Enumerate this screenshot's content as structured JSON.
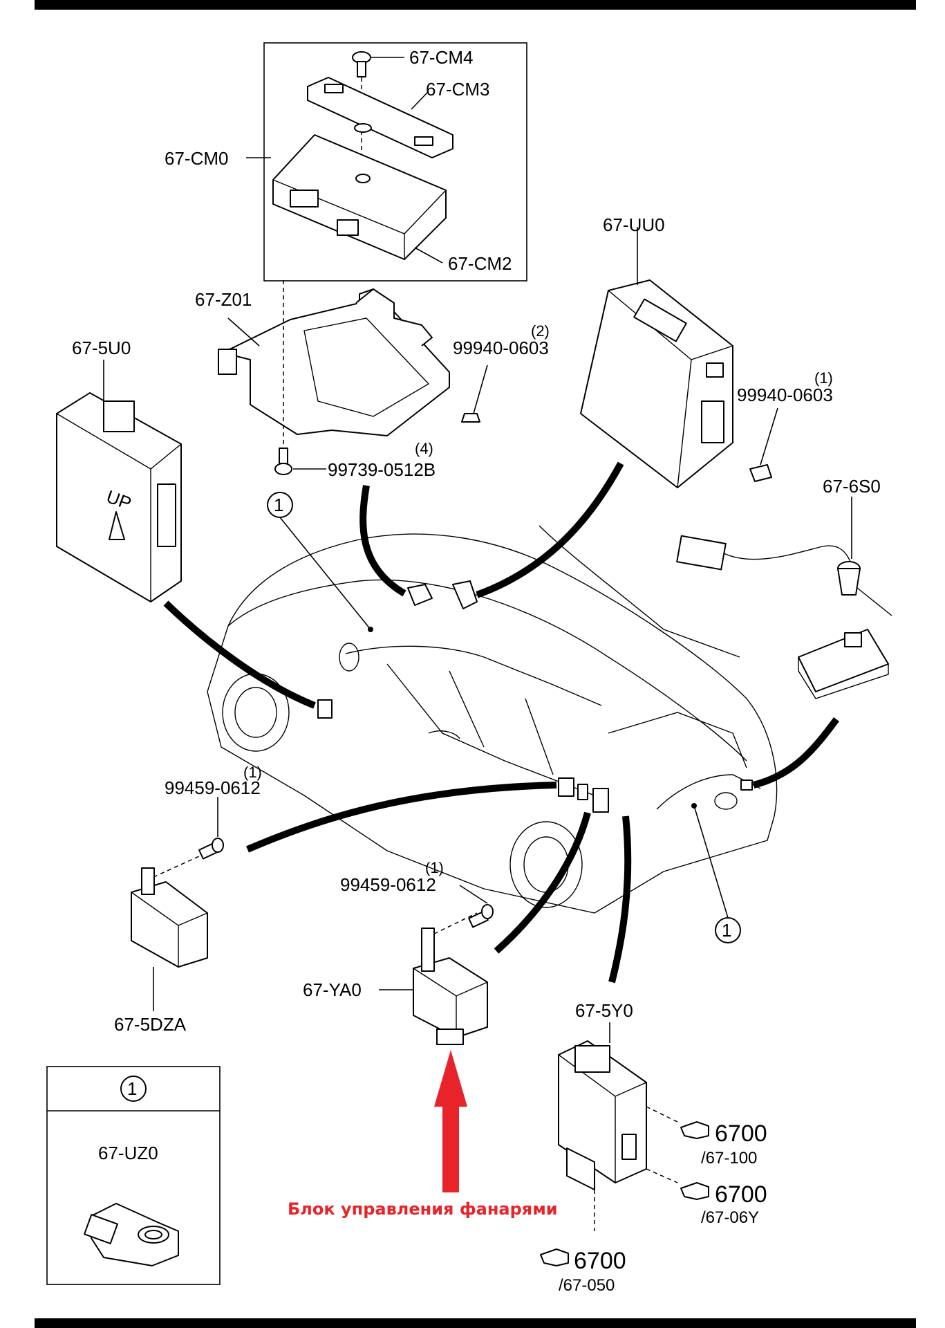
{
  "labels": {
    "cm4": "67-CM4",
    "cm3": "67-CM3",
    "cm0": "67-CM0",
    "cm2": "67-CM2",
    "uu0": "67-UU0",
    "z01": "67-Z01",
    "u5": "67-5U0",
    "bolt_0603_a": "99940-0603",
    "bolt_0603_a_qty": "(2)",
    "bolt_0603_b": "99940-0603",
    "bolt_0603_b_qty": "(1)",
    "screw_0512b": "99739-0512B",
    "screw_0512b_qty": "(4)",
    "s60": "67-6S0",
    "bolt_0612_a": "99459-0612",
    "bolt_0612_a_qty": "(1)",
    "bolt_0612_b": "99459-0612",
    "bolt_0612_b_qty": "(1)",
    "dza": "67-5DZA",
    "ya0": "67-YA0",
    "y50": "67-5Y0",
    "callout_1": "1",
    "inset_callout": "1",
    "inset_part": "67-UZ0"
  },
  "references": [
    {
      "main": "6700",
      "sub": "/67-100"
    },
    {
      "main": "6700",
      "sub": "/67-06Y"
    },
    {
      "main": "6700",
      "sub": "/67-050"
    }
  ],
  "annotation": {
    "text": "Блок управления фанарями",
    "color": "#e8232a"
  },
  "colors": {
    "line": "#000000",
    "accent": "#e8232a",
    "background": "#ffffff"
  },
  "icons": {
    "reference": "pointing-hand-icon",
    "callout": "circled-number-icon"
  }
}
